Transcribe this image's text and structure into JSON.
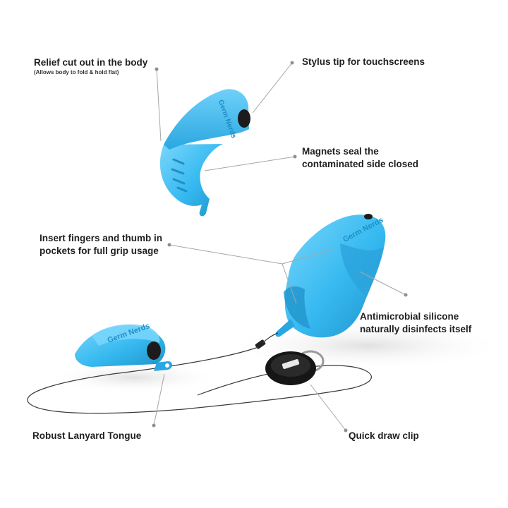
{
  "product": {
    "brand_text": "Germ Nerds",
    "colors": {
      "body": "#35b9f0",
      "body_shade": "#1d8fc6",
      "body_light": "#79d4fb",
      "tip": "#1c1c1c",
      "leader": "#a6a6a6",
      "dot": "#8f8f8f",
      "background": "#ffffff"
    }
  },
  "callouts": {
    "relief": {
      "label": "Relief cut out in the body",
      "sub": "(Allows body to fold & hold flat)"
    },
    "stylus": {
      "label": "Stylus tip for touchscreens"
    },
    "magnets": {
      "line1": "Magnets seal the",
      "line2": "contaminated side closed"
    },
    "insert": {
      "line1": "Insert fingers and thumb in",
      "line2": "pockets for full grip usage"
    },
    "antimicrobial": {
      "line1": "Antimicrobial silicone",
      "line2": "naturally disinfects itself"
    },
    "lanyard": {
      "label": "Robust Lanyard Tongue"
    },
    "clip": {
      "label": "Quick draw clip"
    }
  }
}
